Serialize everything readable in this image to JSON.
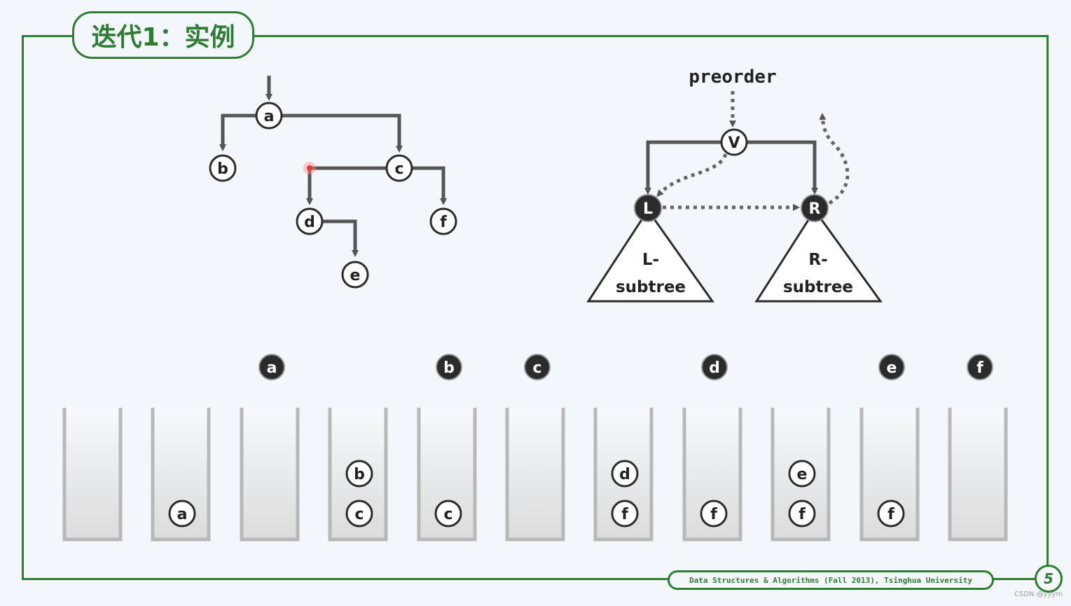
{
  "title": "迭代1：实例",
  "footer": "Data Structures & Algorithms (Fall 2013), Tsinghua University",
  "page_number": "5",
  "watermark": "CSDN @yyym",
  "tree": {
    "nodes": [
      "a",
      "b",
      "c",
      "d",
      "e",
      "f"
    ]
  },
  "schema": {
    "label": "preorder",
    "root": "V",
    "left": "L",
    "right": "R",
    "left_subtree": [
      "L-",
      "subtree"
    ],
    "right_subtree": [
      "R-",
      "subtree"
    ]
  },
  "steps": [
    {
      "visited": "",
      "stack": []
    },
    {
      "visited": "",
      "stack": [
        "a"
      ]
    },
    {
      "visited": "a",
      "stack": []
    },
    {
      "visited": "",
      "stack": [
        "b",
        "c"
      ]
    },
    {
      "visited": "b",
      "stack": [
        "c"
      ]
    },
    {
      "visited": "c",
      "stack": []
    },
    {
      "visited": "",
      "stack": [
        "d",
        "f"
      ]
    },
    {
      "visited": "d",
      "stack": [
        "f"
      ]
    },
    {
      "visited": "",
      "stack": [
        "e",
        "f"
      ]
    },
    {
      "visited": "e",
      "stack": [
        "f"
      ]
    },
    {
      "visited": "f",
      "stack": []
    }
  ],
  "colors": {
    "accent": "#2e7d32",
    "edge": "#555555",
    "node_dark": "#2b2b2b"
  }
}
